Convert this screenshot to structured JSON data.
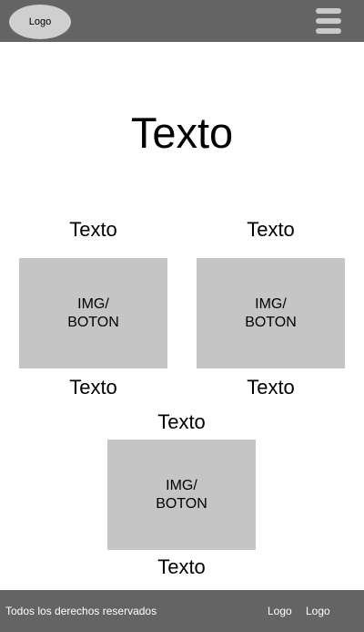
{
  "header": {
    "logo_label": "Logo",
    "menu_icon": "hamburger-menu-icon"
  },
  "main": {
    "hero_text": "Texto",
    "cards": [
      {
        "top_text": "Texto",
        "image_label": "IMG/\nBOTON",
        "bottom_text": "Texto"
      },
      {
        "top_text": "Texto",
        "image_label": "IMG/\nBOTON",
        "bottom_text": "Texto"
      },
      {
        "top_text": "Texto",
        "image_label": "IMG/\nBOTON",
        "bottom_text": "Texto"
      }
    ]
  },
  "footer": {
    "copyright": "Todos los derechos reservados",
    "logos": [
      "Logo",
      "Logo"
    ]
  },
  "colors": {
    "header_bg": "#646464",
    "image_bg": "#c5c5c5",
    "logo_bg": "#cfcfcf"
  }
}
